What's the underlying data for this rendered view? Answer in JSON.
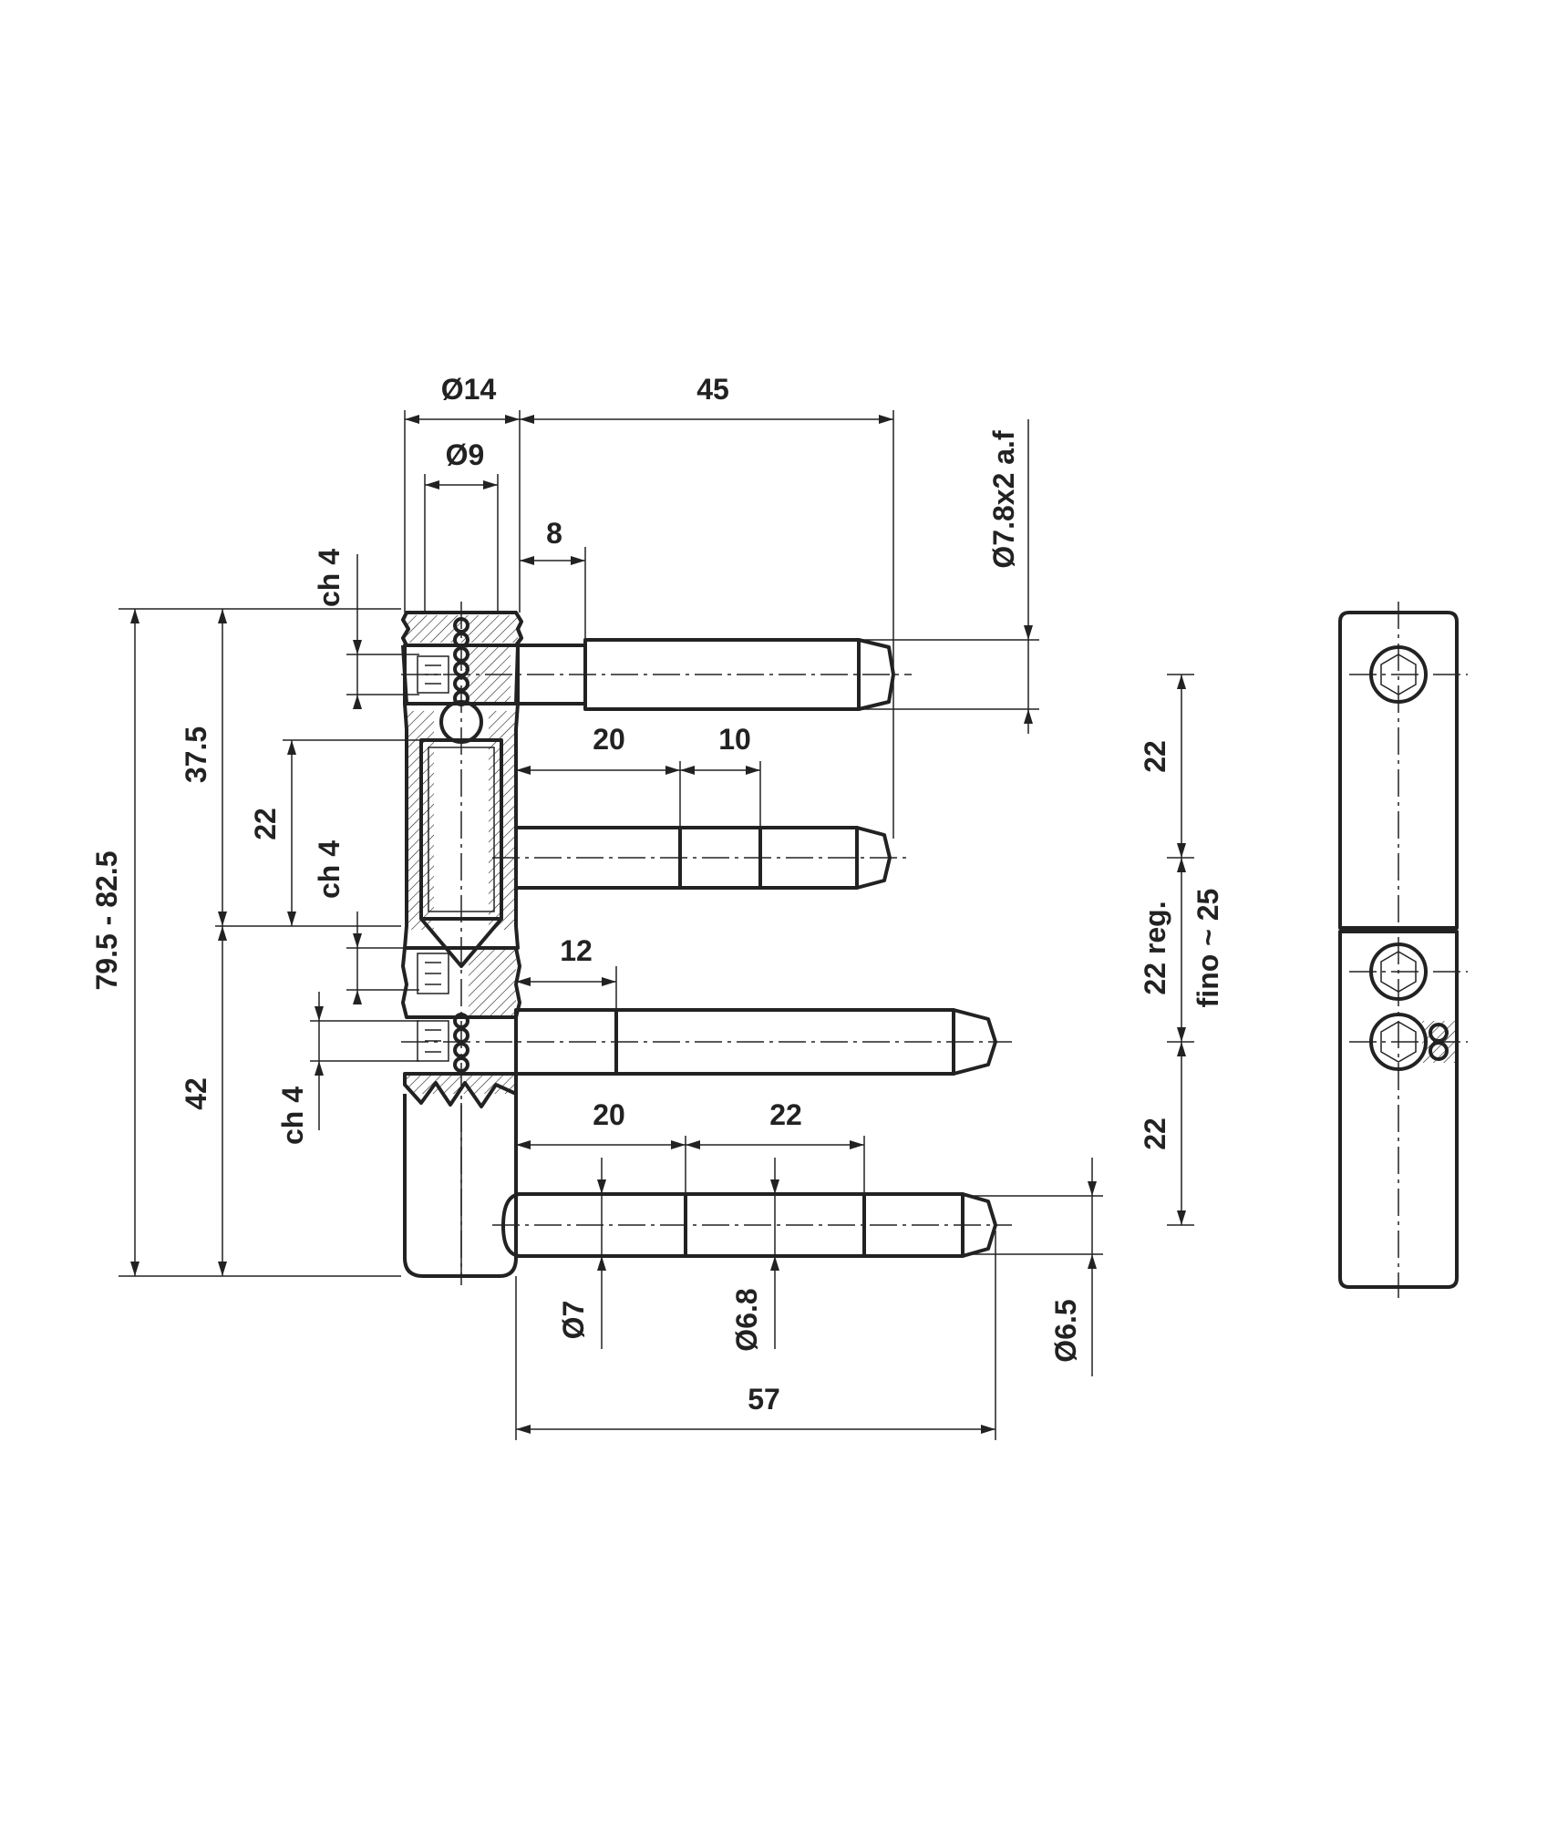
{
  "drawing": {
    "colors": {
      "line": "#222222",
      "background": "#ffffff"
    },
    "dimensions": {
      "d14": "Ø14",
      "d45": "45",
      "d9": "Ø9",
      "d8": "8",
      "d78af": "Ø7.8x2 a.f",
      "ch4_top": "ch 4",
      "d20_upper": "20",
      "d10": "10",
      "d22_right_top": "22",
      "d375": "37.5",
      "d22_left": "22",
      "ch4_mid": "ch 4",
      "d795": "79.5 - 82.5",
      "d12": "12",
      "d22reg": "22 reg.",
      "fino": "fino ~ 25",
      "d42": "42",
      "ch4_low": "ch 4",
      "d20_lower": "20",
      "d22_lower": "22",
      "d22_right_bottom": "22",
      "d7": "Ø7",
      "d68": "Ø6.8",
      "d65": "Ø6.5",
      "d57": "57"
    },
    "icons": [
      "hex-socket-icon",
      "ball-bearing-icon"
    ]
  }
}
